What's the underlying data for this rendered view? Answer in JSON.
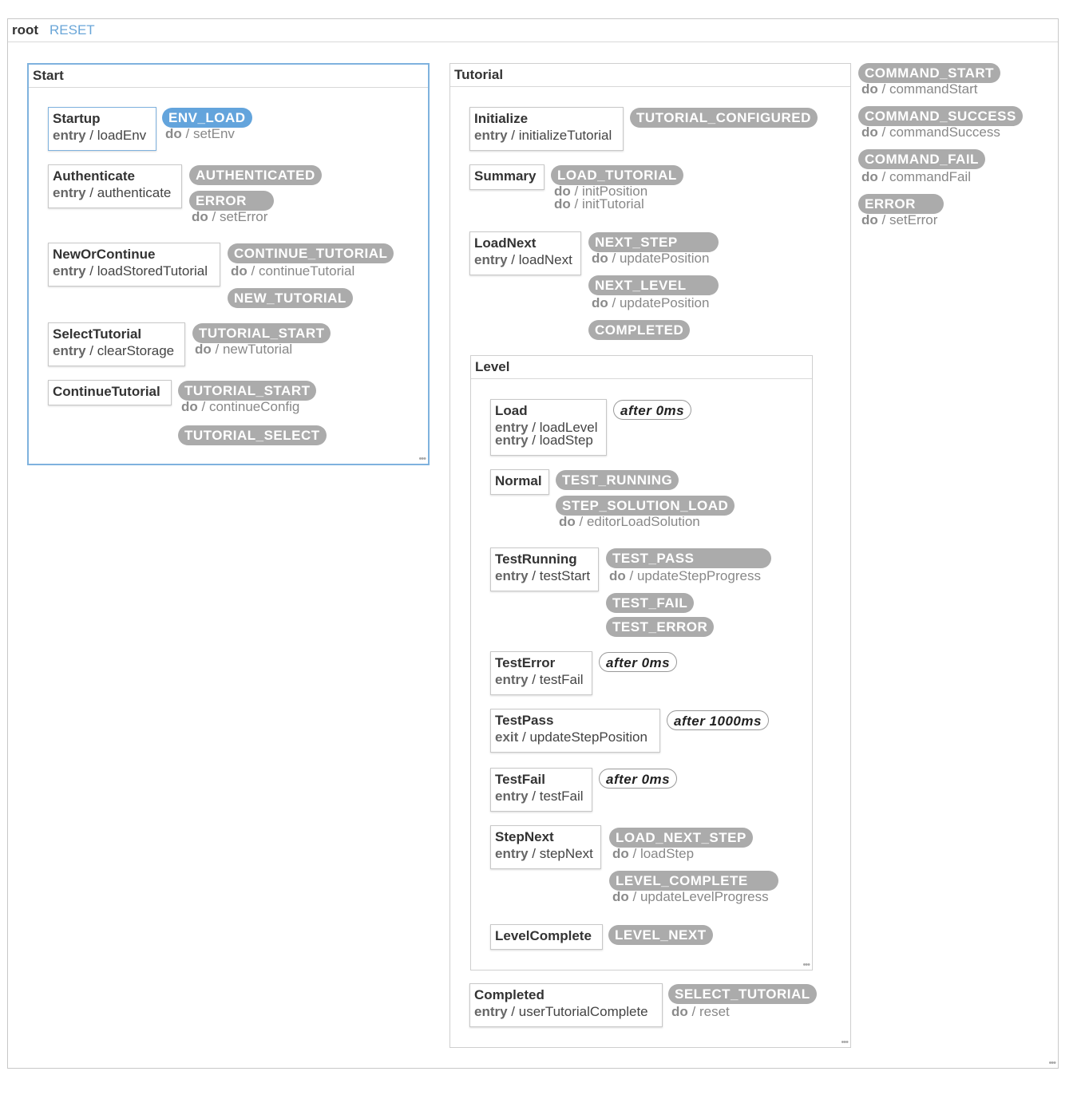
{
  "root": {
    "title": "root",
    "reset": "RESET"
  },
  "start": {
    "title": "Start",
    "startup": {
      "name": "Startup",
      "entry_label": "entry",
      "entry": "loadEnv",
      "env_load": {
        "event": "ENV_LOAD",
        "do_label": "do",
        "action": "setEnv"
      }
    },
    "authenticate": {
      "name": "Authenticate",
      "entry_label": "entry",
      "entry": "authenticate",
      "authenticated": {
        "event": "AUTHENTICATED"
      },
      "error": {
        "event": "ERROR",
        "do_label": "do",
        "action": "setError"
      }
    },
    "neworcontinue": {
      "name": "NewOrContinue",
      "entry_label": "entry",
      "entry": "loadStoredTutorial",
      "continue_tutorial": {
        "event": "CONTINUE_TUTORIAL",
        "do_label": "do",
        "action": "continueTutorial"
      },
      "new_tutorial": {
        "event": "NEW_TUTORIAL"
      }
    },
    "selecttutorial": {
      "name": "SelectTutorial",
      "entry_label": "entry",
      "entry": "clearStorage",
      "tutorial_start": {
        "event": "TUTORIAL_START",
        "do_label": "do",
        "action": "newTutorial"
      }
    },
    "continuetutorial": {
      "name": "ContinueTutorial",
      "tutorial_start": {
        "event": "TUTORIAL_START",
        "do_label": "do",
        "action": "continueConfig"
      },
      "tutorial_select": {
        "event": "TUTORIAL_SELECT"
      }
    }
  },
  "tutorial": {
    "title": "Tutorial",
    "initialize": {
      "name": "Initialize",
      "entry_label": "entry",
      "entry": "initializeTutorial",
      "configured": {
        "event": "TUTORIAL_CONFIGURED"
      }
    },
    "summary": {
      "name": "Summary",
      "load_tutorial": {
        "event": "LOAD_TUTORIAL",
        "do_label": "do",
        "action1": "initPosition",
        "action2": "initTutorial"
      }
    },
    "loadnext": {
      "name": "LoadNext",
      "entry_label": "entry",
      "entry": "loadNext",
      "next_step": {
        "event": "NEXT_STEP",
        "do_label": "do",
        "action": "updatePosition"
      },
      "next_level": {
        "event": "NEXT_LEVEL",
        "do_label": "do",
        "action": "updatePosition"
      },
      "completed": {
        "event": "COMPLETED"
      }
    },
    "completed": {
      "name": "Completed",
      "entry_label": "entry",
      "entry": "userTutorialComplete",
      "select_tutorial": {
        "event": "SELECT_TUTORIAL",
        "do_label": "do",
        "action": "reset"
      }
    }
  },
  "level": {
    "title": "Level",
    "load": {
      "name": "Load",
      "entry_label": "entry",
      "entry1": "loadLevel",
      "entry2": "loadStep",
      "after": "after 0ms"
    },
    "normal": {
      "name": "Normal",
      "test_running": {
        "event": "TEST_RUNNING"
      },
      "step_solution_load": {
        "event": "STEP_SOLUTION_LOAD",
        "do_label": "do",
        "action": "editorLoadSolution"
      }
    },
    "testrunning": {
      "name": "TestRunning",
      "entry_label": "entry",
      "entry": "testStart",
      "test_pass": {
        "event": "TEST_PASS",
        "do_label": "do",
        "action": "updateStepProgress"
      },
      "test_fail": {
        "event": "TEST_FAIL"
      },
      "test_error": {
        "event": "TEST_ERROR"
      }
    },
    "testerror": {
      "name": "TestError",
      "entry_label": "entry",
      "entry": "testFail",
      "after": "after 0ms"
    },
    "testpass": {
      "name": "TestPass",
      "exit_label": "exit",
      "exit": "updateStepPosition",
      "after": "after 1000ms"
    },
    "testfail": {
      "name": "TestFail",
      "entry_label": "entry",
      "entry": "testFail",
      "after": "after 0ms"
    },
    "stepnext": {
      "name": "StepNext",
      "entry_label": "entry",
      "entry": "stepNext",
      "load_next_step": {
        "event": "LOAD_NEXT_STEP",
        "do_label": "do",
        "action": "loadStep"
      },
      "level_complete": {
        "event": "LEVEL_COMPLETE",
        "do_label": "do",
        "action": "updateLevelProgress"
      }
    },
    "levelcomplete": {
      "name": "LevelComplete",
      "level_next": {
        "event": "LEVEL_NEXT"
      }
    }
  },
  "global": {
    "command_start": {
      "event": "COMMAND_START",
      "do_label": "do",
      "action": "commandStart"
    },
    "command_success": {
      "event": "COMMAND_SUCCESS",
      "do_label": "do",
      "action": "commandSuccess"
    },
    "command_fail": {
      "event": "COMMAND_FAIL",
      "do_label": "do",
      "action": "commandFail"
    },
    "error": {
      "event": "ERROR",
      "do_label": "do",
      "action": "setError"
    }
  },
  "colors": {
    "active": "#63a4dc",
    "event": "#ababab",
    "edge": "#c6c6c6",
    "border": "#cfcfcf"
  }
}
